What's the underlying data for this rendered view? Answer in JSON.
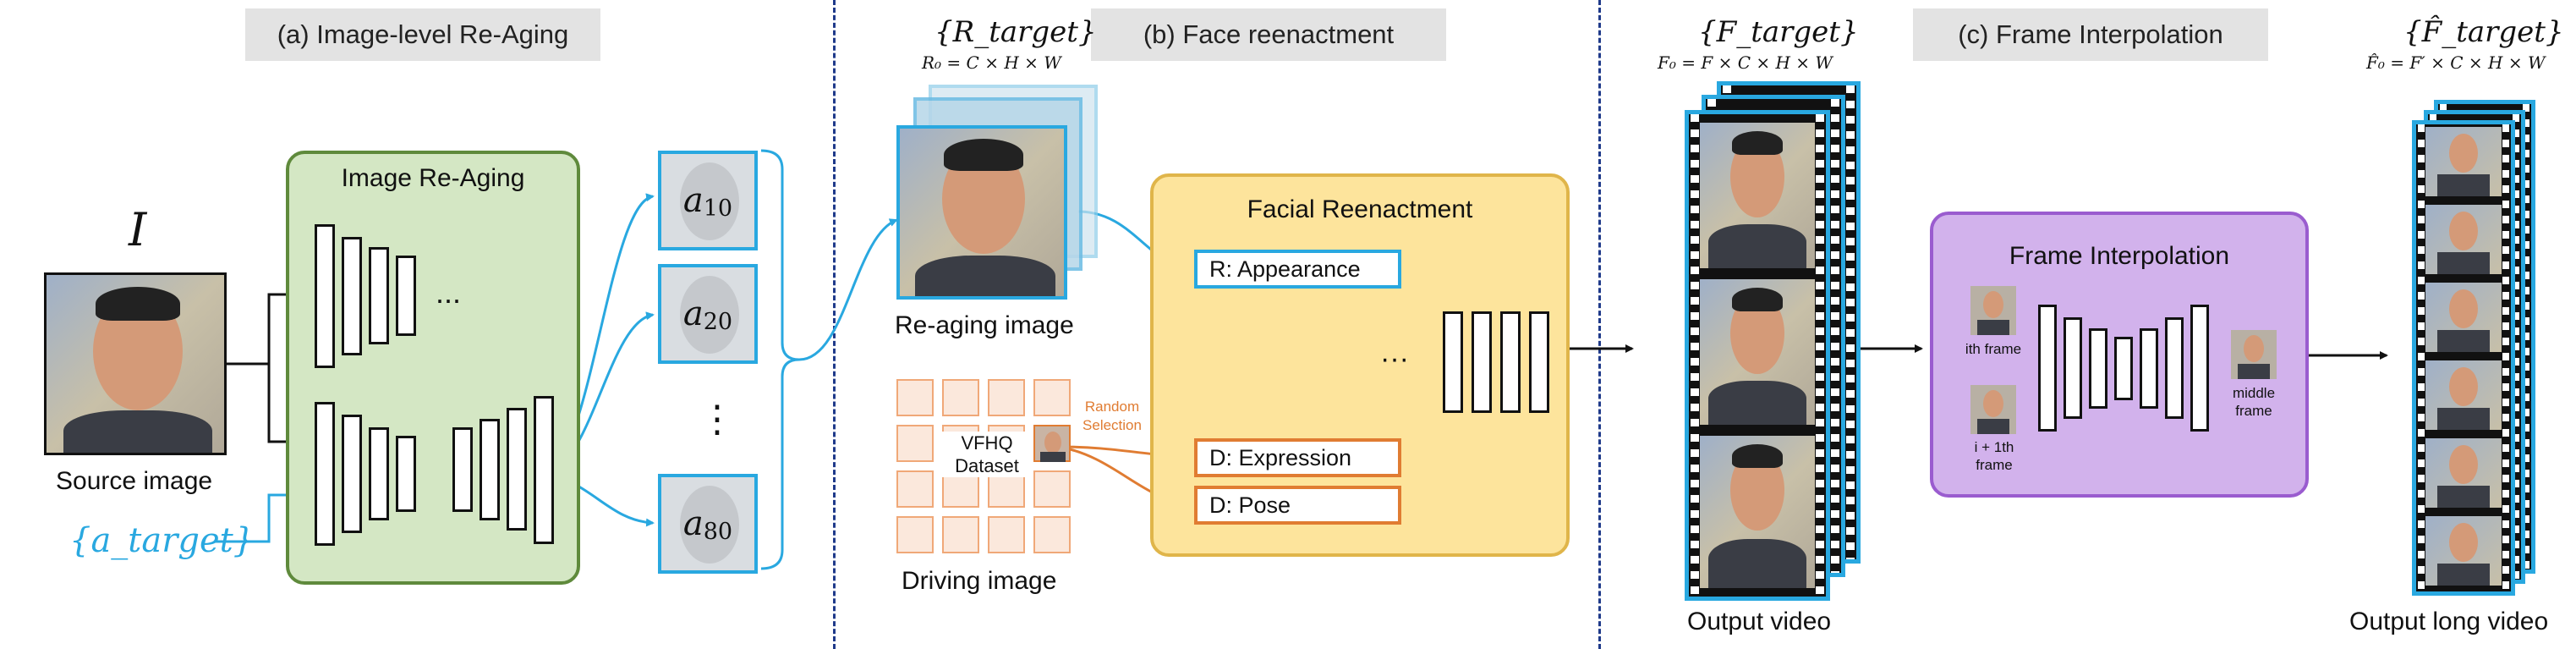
{
  "sections": {
    "a": "(a) Image-level Re-Aging",
    "b": "(b) Face reenactment",
    "c": "(c) Frame Interpolation"
  },
  "source": {
    "symbol": "I",
    "caption": "Source image",
    "target_ages": "{a_target}",
    "dots": "..."
  },
  "reaging": {
    "title": "Image Re-Aging",
    "ages": [
      "a10",
      "a20",
      "a80"
    ],
    "vdots": "⋮"
  },
  "reenact": {
    "r_target": "{R_target}",
    "r_formula": "R₀ = C × H × W",
    "reaging_caption": "Re-aging image",
    "title": "Facial Reenactment",
    "appearance": "R: Appearance",
    "expression": "D: Expression",
    "pose": "D: Pose",
    "dots": "···",
    "dataset": "VFHQ Dataset",
    "random": "Random Selection",
    "driving_caption": "Driving image"
  },
  "output": {
    "f_target": "{F_target}",
    "f_formula": "F₀ = F × C × H × W",
    "caption": "Output video"
  },
  "interp": {
    "title": "Frame Interpolation",
    "ith": "ith frame",
    "i1th": "i + 1th frame",
    "middle": "middle frame",
    "f_hat": "{F̂_target}",
    "f_hat_formula": "F̂₀ = F′ × C × H × W",
    "caption": "Output long video"
  },
  "colors": {
    "cyan": "#29a8e0",
    "orange": "#e07c32",
    "green_box": "#d4e7c4",
    "yellow_box": "#fde49c",
    "purple_box": "#d2b2ec"
  }
}
